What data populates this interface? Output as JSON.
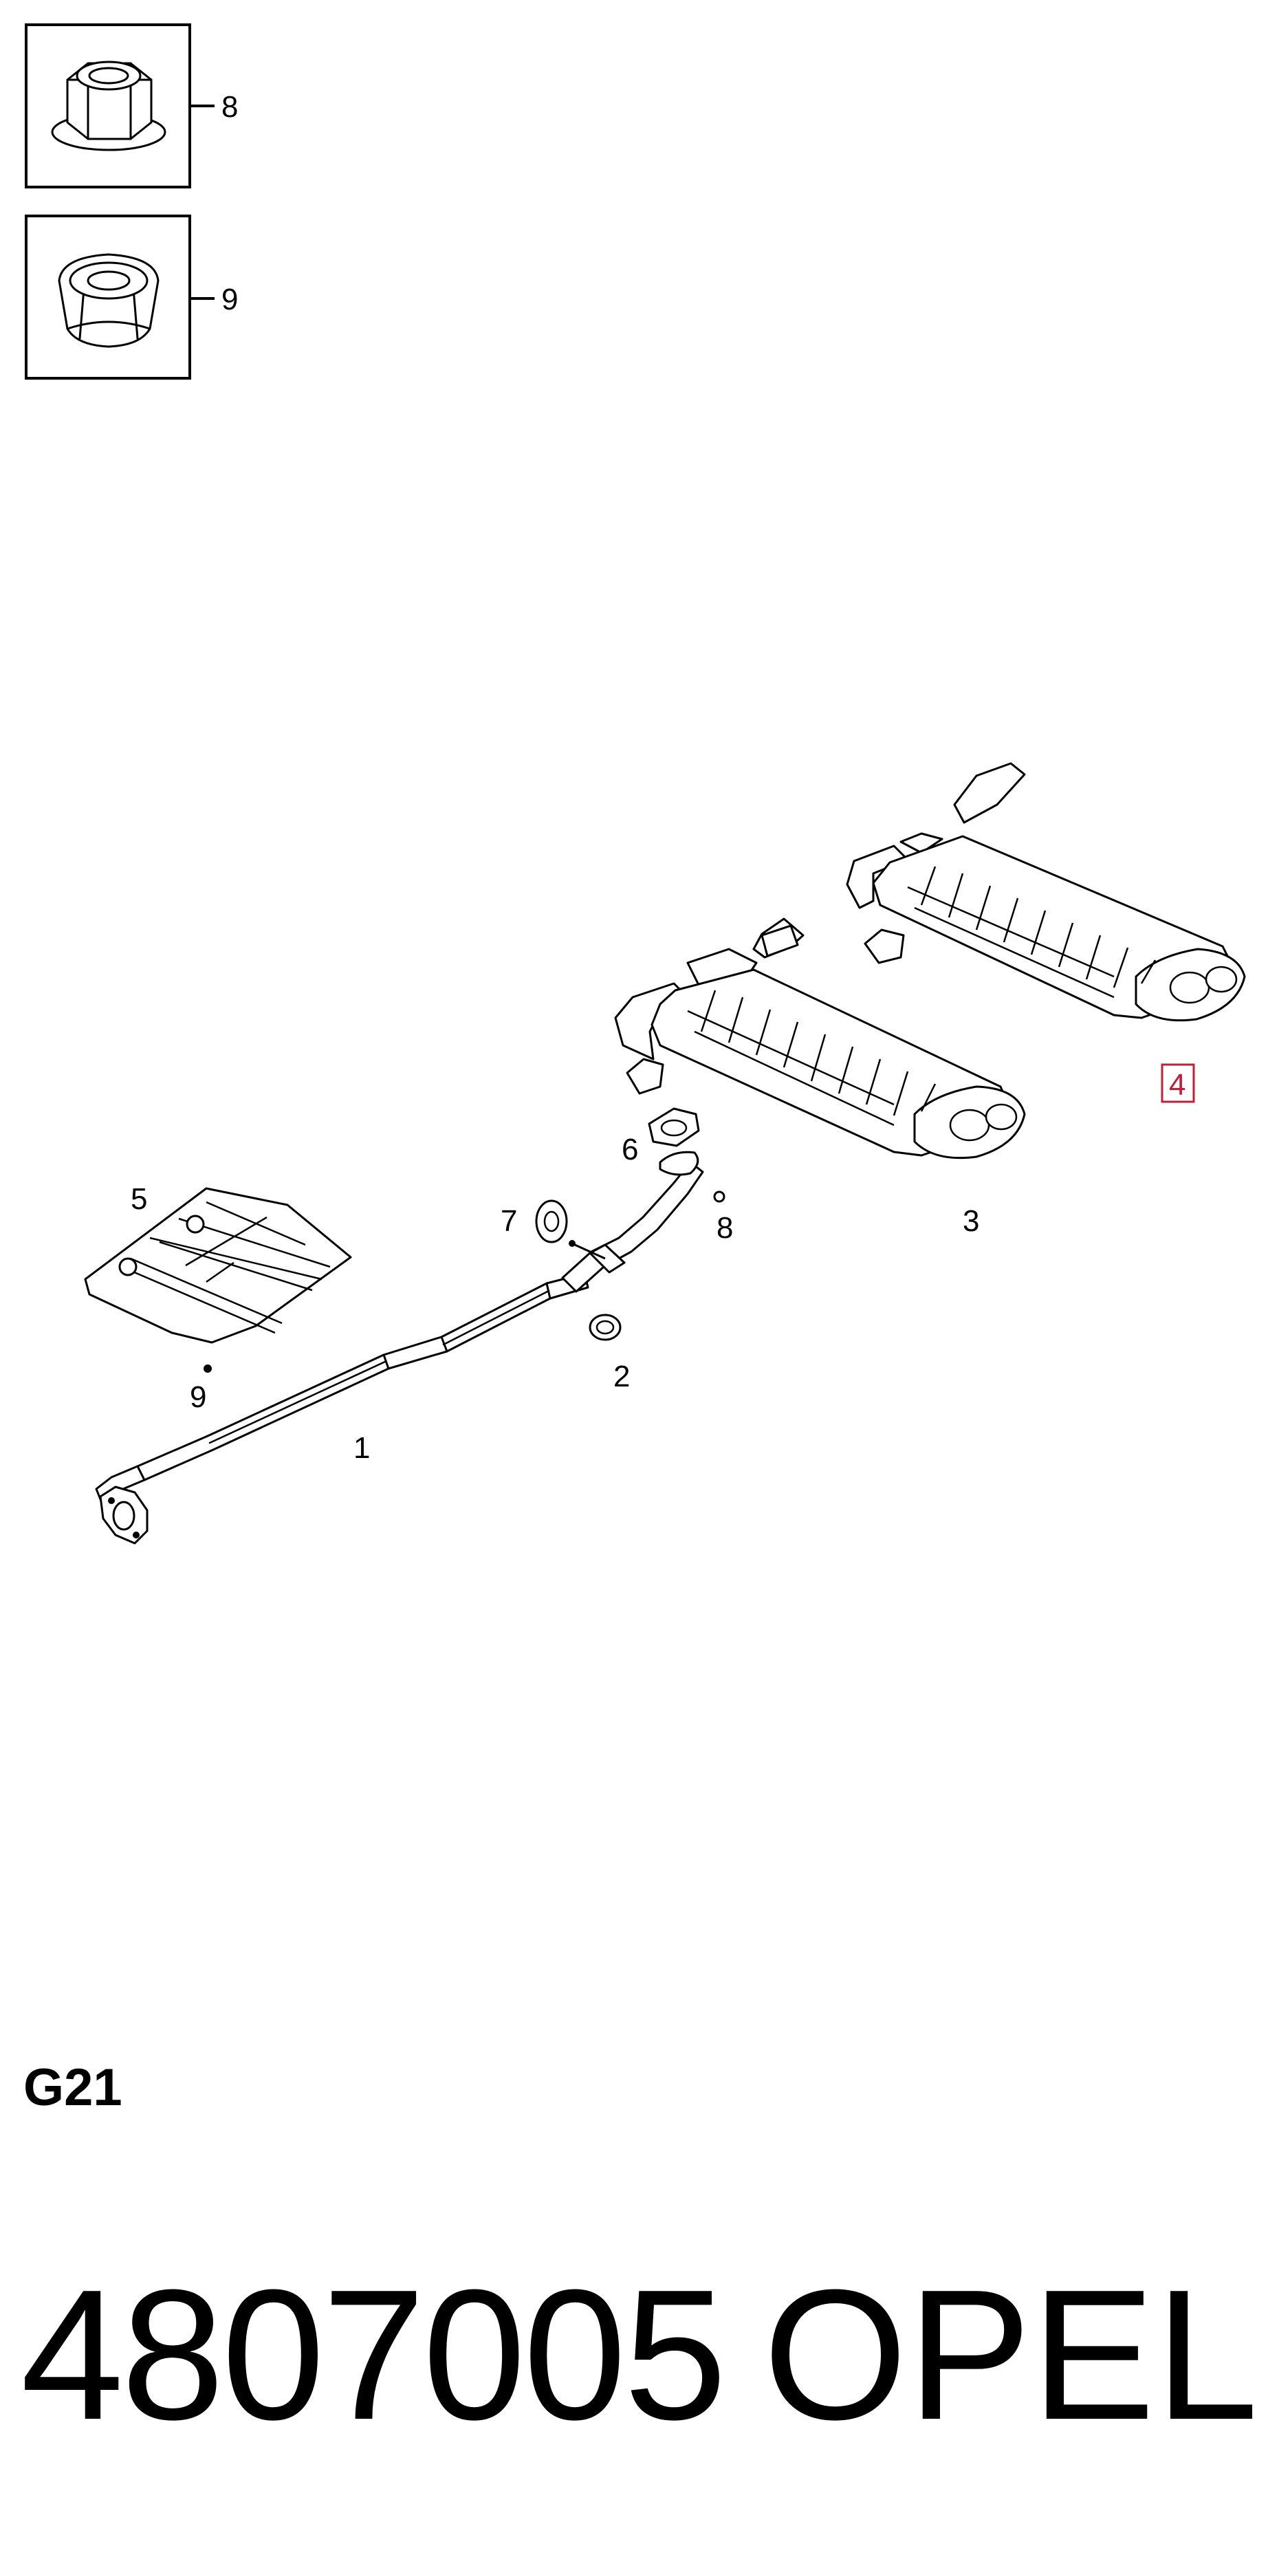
{
  "inset_callouts": [
    {
      "id": "8",
      "label": "8"
    },
    {
      "id": "9",
      "label": "9"
    }
  ],
  "callouts": [
    {
      "id": "1",
      "label": "1"
    },
    {
      "id": "2",
      "label": "2"
    },
    {
      "id": "3",
      "label": "3"
    },
    {
      "id": "4",
      "label": "4",
      "highlighted": true
    },
    {
      "id": "5",
      "label": "5"
    },
    {
      "id": "6",
      "label": "6"
    },
    {
      "id": "7",
      "label": "7"
    },
    {
      "id": "8",
      "label": "8"
    },
    {
      "id": "9",
      "label": "9"
    }
  ],
  "section_code": "G21",
  "footer": {
    "part_number": "4807005",
    "brand": "OPEL"
  },
  "colors": {
    "ink": "#000000",
    "highlight": "#c0203a",
    "background": "#ffffff"
  }
}
